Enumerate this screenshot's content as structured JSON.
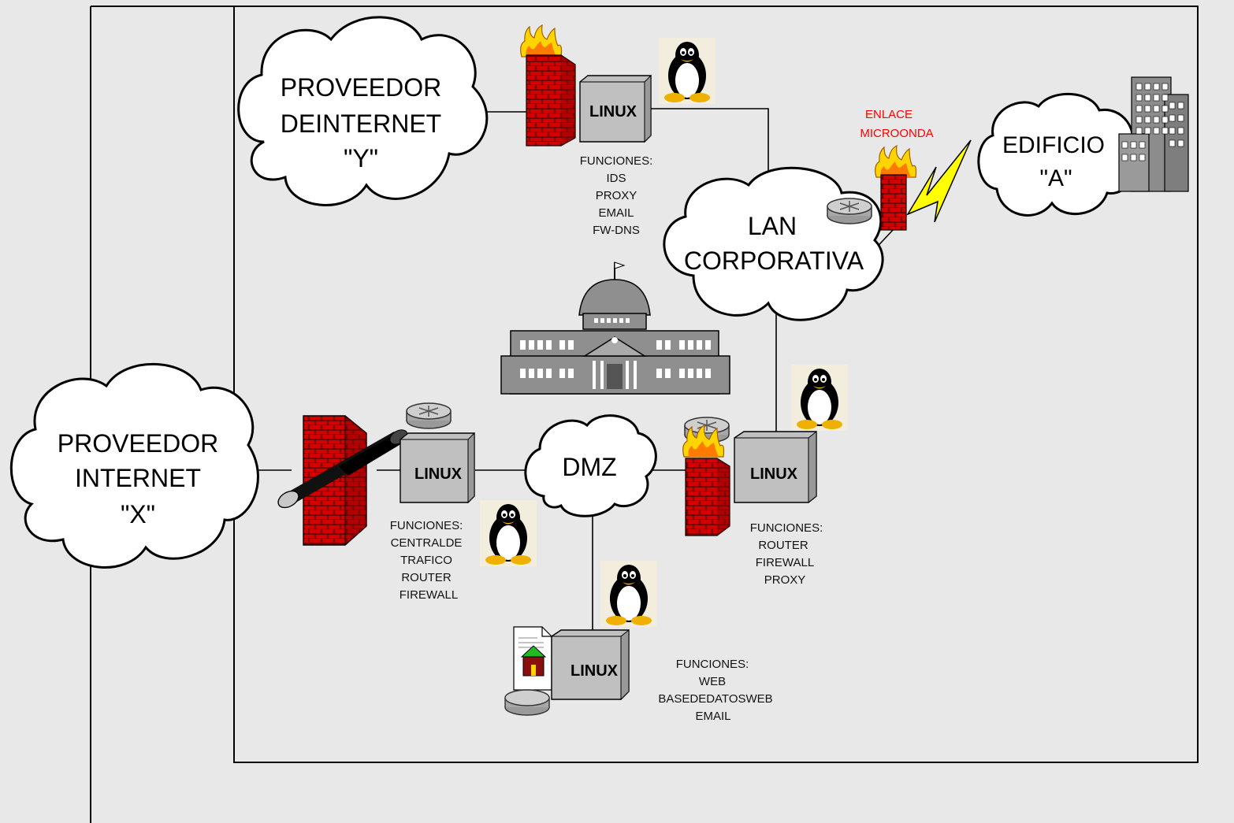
{
  "clouds": {
    "provider_y": [
      "PROVEEDOR",
      "DEINTERNET",
      "\"Y\""
    ],
    "provider_x": [
      "PROVEEDOR",
      "INTERNET",
      "\"X\""
    ],
    "edificio": [
      "EDIFICIO",
      "\"A\""
    ],
    "lan": [
      "LAN",
      "CORPORATIVA"
    ],
    "dmz": "DMZ"
  },
  "servers": {
    "top": "LINUX",
    "left": "LINUX",
    "right": "LINUX",
    "bottom": "LINUX"
  },
  "functions": {
    "top": [
      "FUNCIONES:",
      "IDS",
      "PROXY",
      "EMAIL",
      "FW-DNS"
    ],
    "left": [
      "FUNCIONES:",
      "CENTRALDE",
      "TRAFICO",
      "ROUTER",
      "FIREWALL"
    ],
    "right": [
      "FUNCIONES:",
      "ROUTER",
      "FIREWALL",
      "PROXY"
    ],
    "bottom": [
      "FUNCIONES:",
      "WEB",
      "BASEDEDATOSWEB",
      "EMAIL"
    ]
  },
  "microwave_link": [
    "ENLACE",
    "MICROONDA"
  ],
  "colors": {
    "background": "#e8e8e8",
    "microwave_text": "#ff0000",
    "lightning": "#ffff00",
    "firewall": "#d40000",
    "server": "#c0c0c0"
  }
}
